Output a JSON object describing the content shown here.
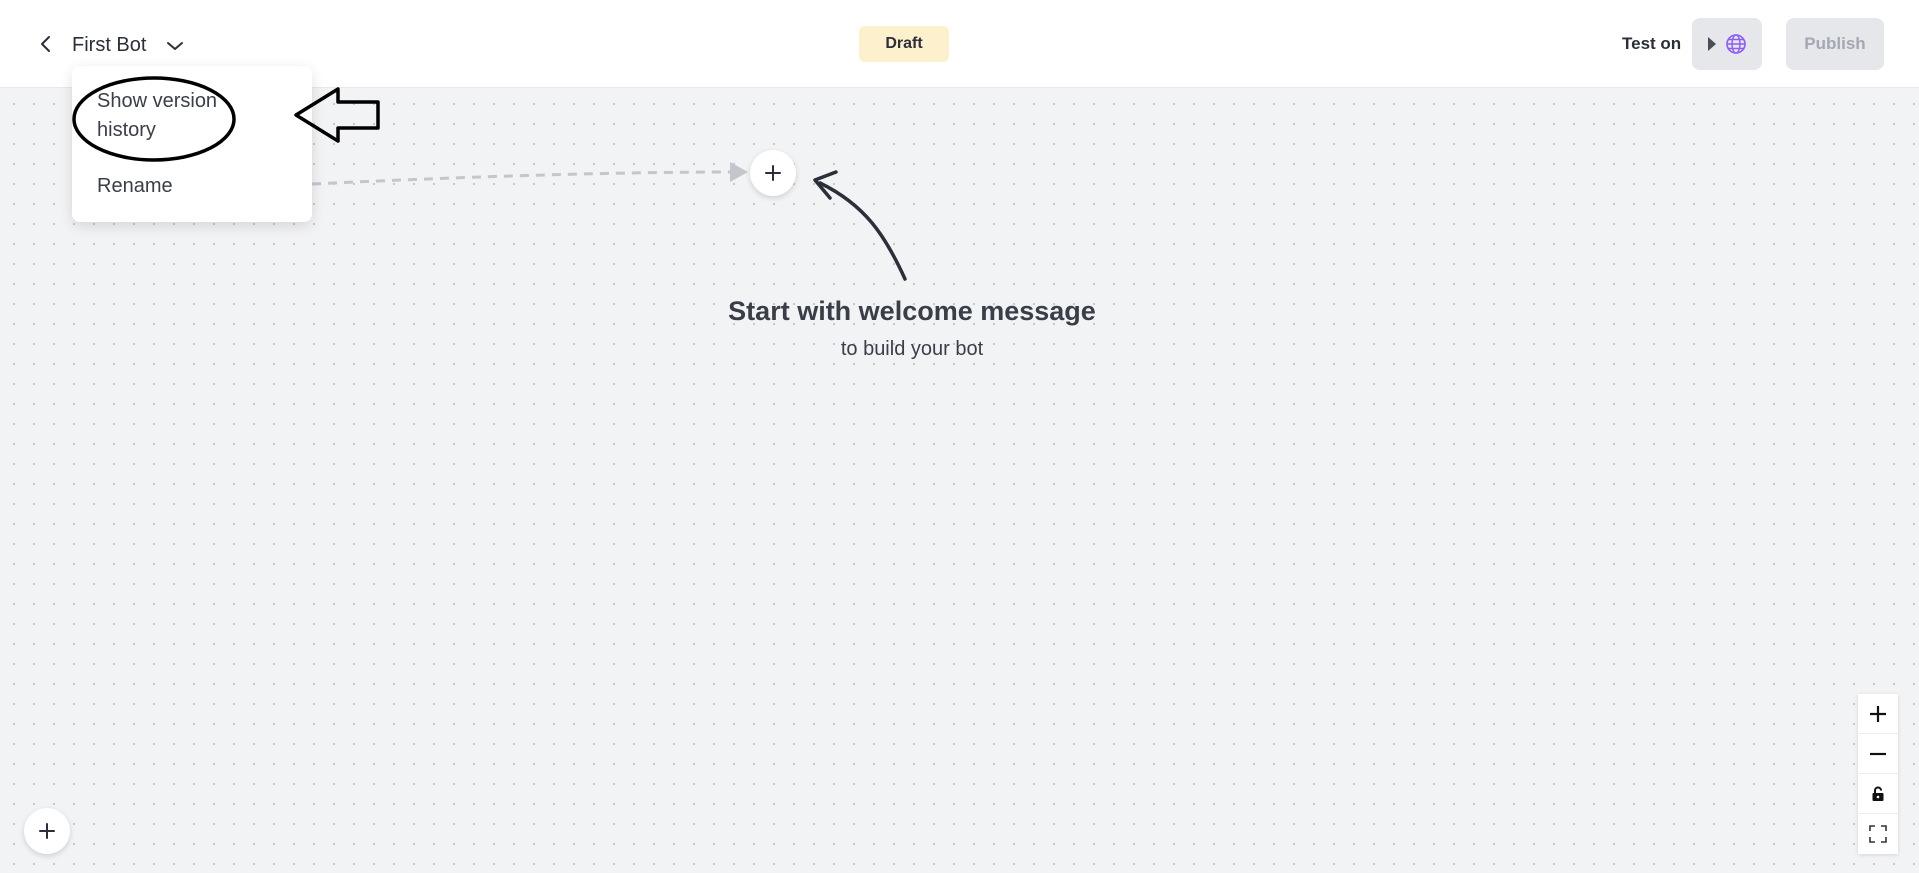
{
  "header": {
    "bot_name": "First Bot",
    "status_badge": "Draft",
    "test_on_label": "Test on",
    "publish_label": "Publish"
  },
  "dropdown": {
    "items": [
      {
        "label": "Show version history"
      },
      {
        "label": "Rename"
      }
    ]
  },
  "canvas": {
    "hint_title": "Start with welcome message",
    "hint_subtitle": "to build your bot"
  },
  "icons": {
    "back": "chevron-left-icon",
    "bot_menu": "chevron-down-icon",
    "test_play": "play-icon",
    "test_web": "globe-icon",
    "add": "plus-icon",
    "zoom_in": "zoom-in-icon",
    "zoom_out": "zoom-out-icon",
    "lock": "lock-icon",
    "fit": "fit-view-icon"
  },
  "colors": {
    "canvas_bg": "#f2f3f5",
    "draft_badge_bg": "#fdf1cd",
    "globe_accent": "#8b5cf6",
    "disabled_text": "#a4a8b1"
  }
}
